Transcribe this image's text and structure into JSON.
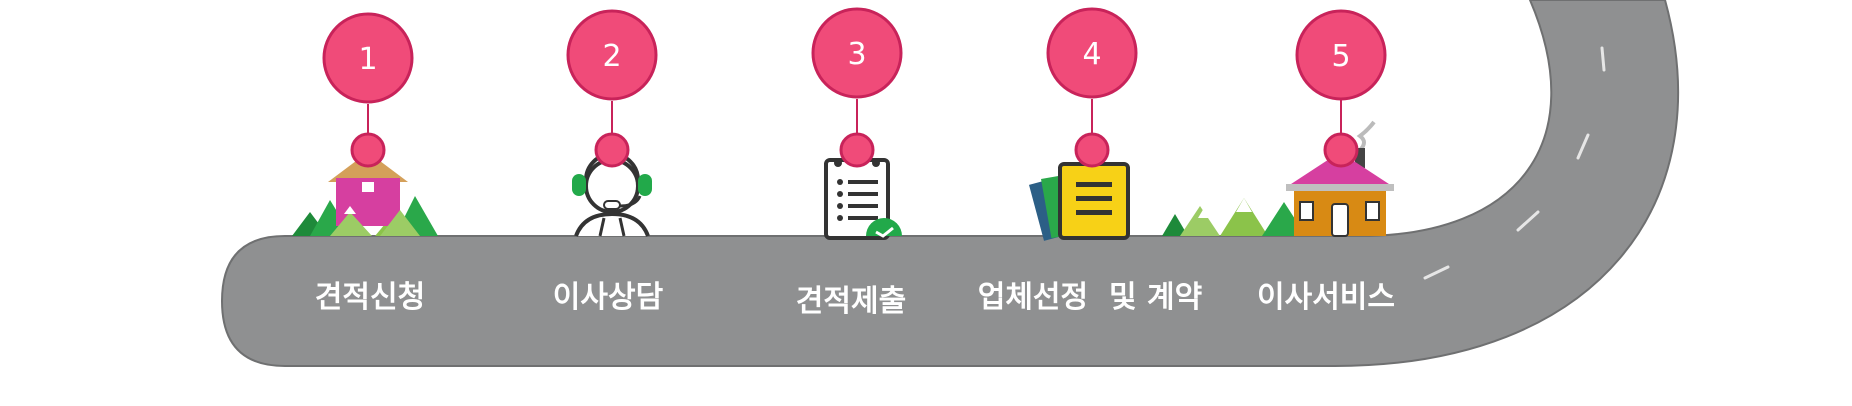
{
  "colors": {
    "road": "#8f9091",
    "road_edge": "#6f7071",
    "badge": "#f04b79",
    "badge_stroke": "#c8235a",
    "lane_mark": "#e6e6e6"
  },
  "steps": [
    {
      "number": "1",
      "label": "견적신청",
      "icon": "house-icon"
    },
    {
      "number": "2",
      "label": "이사상담",
      "icon": "headset-agent-icon"
    },
    {
      "number": "3",
      "label": "견적제출",
      "icon": "clipboard-checklist-icon"
    },
    {
      "number": "4",
      "label": "업체선정  및 계약",
      "icon": "documents-icon"
    },
    {
      "number": "5",
      "label": "이사서비스",
      "icon": "cottage-icon"
    }
  ]
}
